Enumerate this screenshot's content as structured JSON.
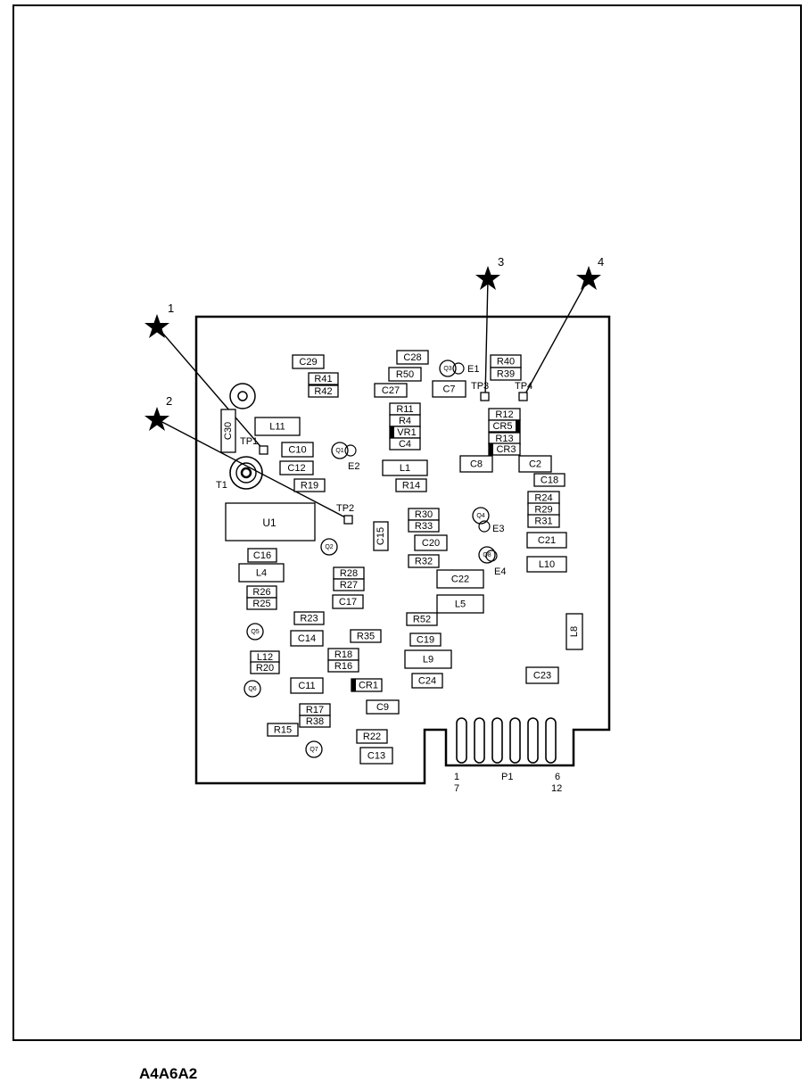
{
  "figure_caption": "A4A6A2",
  "connector": {
    "label": "P1",
    "pin_first_top": "1",
    "pin_first_bottom": "7",
    "pin_last_top": "6",
    "pin_last_bottom": "12"
  },
  "callouts": [
    "1",
    "2",
    "3",
    "4"
  ],
  "test_points": [
    "TP1",
    "TP2",
    "TP3",
    "TP4"
  ],
  "terminals": [
    "E1",
    "E2",
    "E3",
    "E4"
  ],
  "transformer": "T1",
  "transistors": [
    "Q1",
    "Q2",
    "Q3",
    "Q4",
    "Q5",
    "Q6",
    "Q7",
    "Q8"
  ],
  "ic": "U1",
  "components": [
    "C29",
    "R41",
    "R42",
    "C28",
    "R50",
    "C27",
    "C7",
    "R40",
    "R39",
    "R11",
    "R4",
    "VR1",
    "C4",
    "R12",
    "CR5",
    "R13",
    "CR3",
    "C30",
    "L11",
    "C10",
    "C12",
    "R19",
    "L1",
    "R14",
    "C8",
    "C2",
    "C18",
    "R24",
    "R29",
    "R31",
    "R30",
    "R33",
    "C15",
    "C20",
    "C21",
    "R32",
    "L10",
    "C16",
    "L4",
    "R28",
    "R27",
    "C22",
    "R26",
    "R25",
    "C17",
    "L5",
    "R23",
    "R52",
    "L8",
    "C14",
    "R35",
    "C19",
    "L12",
    "R18",
    "R16",
    "L9",
    "R20",
    "C11",
    "CR1",
    "C24",
    "C23",
    "R17",
    "R38",
    "C9",
    "R15",
    "R22",
    "C13"
  ]
}
